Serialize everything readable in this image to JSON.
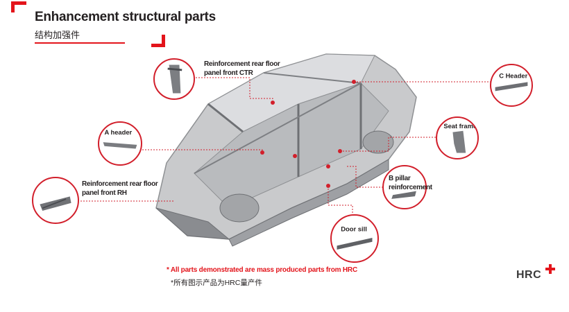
{
  "header": {
    "title": "Enhancement structural parts",
    "subtitle": "结构加强件"
  },
  "callouts": {
    "rear_floor_ctr": {
      "line1": "Reinforcement rear floor",
      "line2": "panel front CTR"
    },
    "c_header": {
      "label": "C Header"
    },
    "a_header": {
      "label": "A header"
    },
    "seat_frame": {
      "label": "Seat frame"
    },
    "rear_floor_rh": {
      "line1": "Reinforcement rear floor",
      "line2": "panel front RH"
    },
    "b_pillar": {
      "line1": "B pillar",
      "line2": "reinforcement"
    },
    "door_sill": {
      "label": "Door sill"
    }
  },
  "footnote": {
    "english": "*  All parts demonstrated are mass produced parts from HRC",
    "chinese": "*所有图示产品为HRC量产件"
  },
  "logo": {
    "text": "HRC"
  },
  "colors": {
    "accent": "#e3141b",
    "callout_ring": "#d21f2b",
    "text": "#231f20"
  }
}
